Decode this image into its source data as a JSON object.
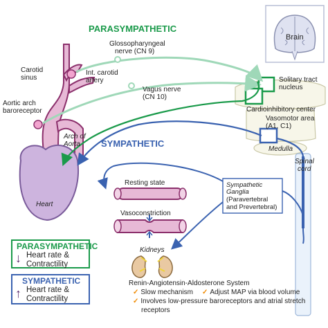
{
  "heading_parasympathetic": "PARASYMPATHETIC",
  "heading_sympathetic": "SYMPATHETIC",
  "brain_label": "Brain",
  "labels": {
    "glossopharyngeal": [
      "Glossopharyngeal",
      "nerve (CN 9)"
    ],
    "carotid_sinus": [
      "Carotid",
      "sinus"
    ],
    "int_carotid": [
      "Int. carotid",
      "artery"
    ],
    "aortic_arch_baro": [
      "Aortic arch",
      "baroreceptor"
    ],
    "vagus": [
      "Vagus nerve",
      "(CN 10)"
    ],
    "solitary": [
      "Solitary tract",
      "nucleus"
    ],
    "cardioinhibitory": "Cardioinhibitory center",
    "vasomotor": [
      "Vasomotor area",
      "(A1, C1)"
    ],
    "medulla": "Medulla",
    "arch_of_aorta": [
      "Arch of",
      "Aorta"
    ],
    "spinal_cord": [
      "Spinal",
      "cord"
    ],
    "heart": "Heart",
    "resting_state": "Resting state",
    "vasoconstriction": "Vasoconstriction",
    "sympathetic_ganglia": [
      "Sympathetic",
      "Ganglia",
      "(Paravertebral",
      "and Prevertebral)"
    ],
    "kidneys": "Kidneys"
  },
  "raas": {
    "title": "Renin-Angiotensin-Aldosterone System",
    "bullets": [
      "Slow mechanism",
      "Adjust MAP via blood volume",
      "Involves low-pressure baroreceptors and atrial stretch",
      "receptors"
    ]
  },
  "legend": {
    "parasympathetic": {
      "title": "PARASYMPATHETIC",
      "lines": [
        "Heart rate &",
        "Contractility"
      ]
    },
    "sympathetic": {
      "title": "SYMPATHETIC",
      "lines": [
        "Heart rate &",
        "Contractility"
      ]
    }
  },
  "colors": {
    "parasympathetic": "#1a9a4a",
    "parasympathetic_light": "#9fd8b8",
    "sympathetic": "#3a62b0",
    "vessel": "#8b2f6b",
    "vessel_fill": "#e7b9d6",
    "heart_fill": "#cdb4de",
    "heart_stroke": "#7a5b9a",
    "arrow_dark": "#5a2d6f",
    "check": "#f08a00"
  }
}
